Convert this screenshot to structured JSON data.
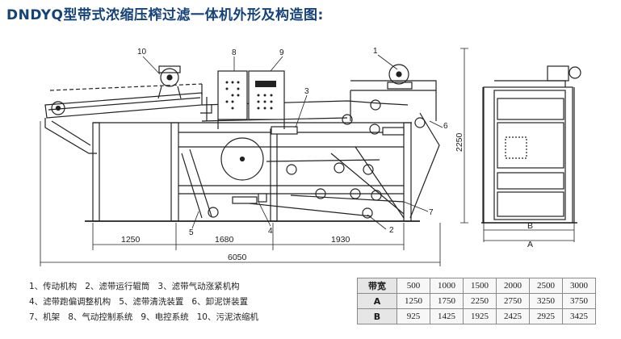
{
  "title": "DNDYQ型带式浓缩压榨过滤一体机外形及构造图:",
  "callouts": {
    "c1": "1",
    "c2": "2",
    "c3": "3",
    "c4": "4",
    "c5": "5",
    "c6": "6",
    "c7": "7",
    "c8": "8",
    "c9": "9",
    "c10": "10"
  },
  "dimensions": {
    "d1250": "1250",
    "d1680": "1680",
    "d1930": "1930",
    "d6050": "6050",
    "d2250": "2250",
    "labelA": "A",
    "labelB": "B"
  },
  "legend": [
    [
      "1、传动机构",
      "2、滤带运行辊筒",
      "3、滤带气动涨紧机构"
    ],
    [
      "4、滤带跑偏调整机构",
      "5、滤带清洗装置",
      "6、卸泥饼装置"
    ],
    [
      "7、机架",
      "8、气动控制系统",
      "9、电控系统",
      "10、污泥浓缩机"
    ]
  ],
  "spec_table": {
    "header": "带宽",
    "widths": [
      "500",
      "1000",
      "1500",
      "2000",
      "2500",
      "3000"
    ],
    "rows": [
      {
        "label": "A",
        "values": [
          "1250",
          "1750",
          "2250",
          "2750",
          "3250",
          "3750"
        ]
      },
      {
        "label": "B",
        "values": [
          "925",
          "1425",
          "1925",
          "2425",
          "2925",
          "3425"
        ]
      }
    ]
  }
}
